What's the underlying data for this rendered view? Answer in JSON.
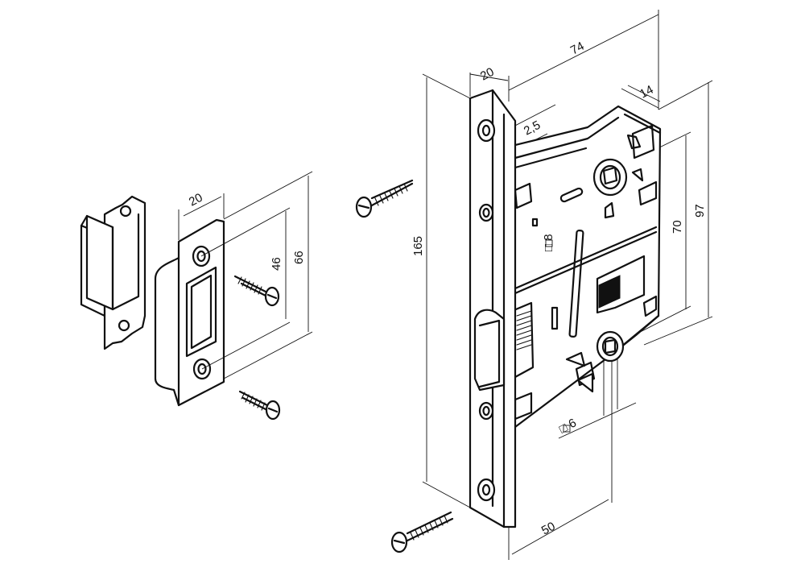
{
  "dimensions": {
    "strike_width": "20",
    "strike_hole_spacing": "46",
    "strike_length": "66",
    "faceplate_width": "20",
    "faceplate_length": "165",
    "case_depth": "74",
    "case_offset": "14",
    "faceplate_offset": "2,5",
    "spindle_square": "□ 8",
    "handle_to_key_distance": "70",
    "case_height": "97",
    "key_square": "□ 6",
    "backset": "50"
  }
}
